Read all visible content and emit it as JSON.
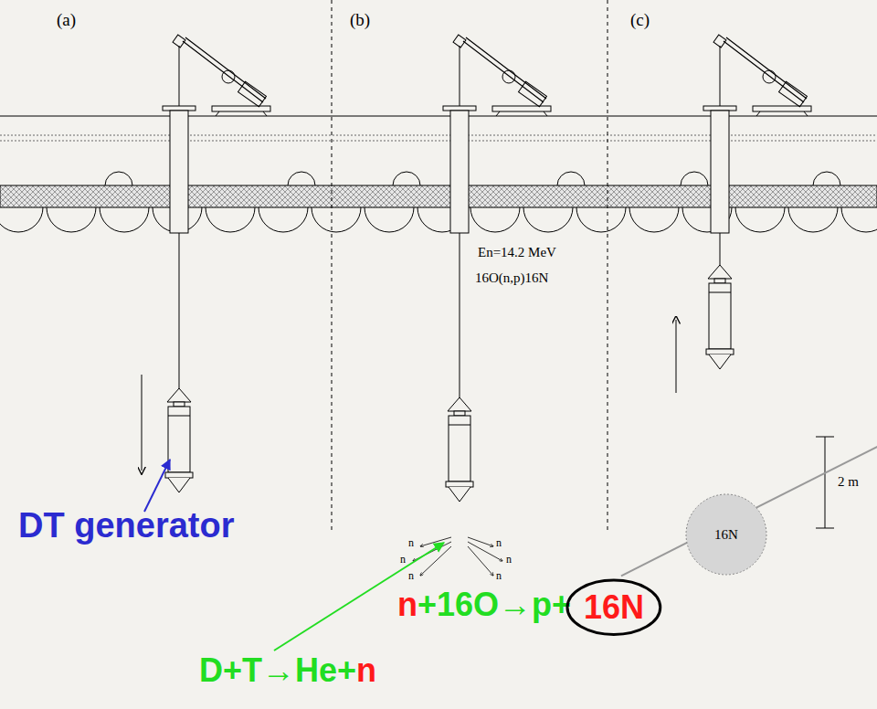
{
  "diagram": {
    "nodes": [
      {
        "text": [
          "16N"
        ]
      },
      {
        "text": [
          "16N"
        ]
      }
    ],
    "labels": [
      "(a)",
      "(b)",
      "(c)",
      "En=14.2 MeV",
      "16O(n,p)16N",
      "n",
      "n",
      "n",
      "n",
      "n",
      "n",
      "2 m",
      "DT generator",
      "D+T→He+",
      "n",
      "n",
      "+16O→p+"
    ]
  }
}
